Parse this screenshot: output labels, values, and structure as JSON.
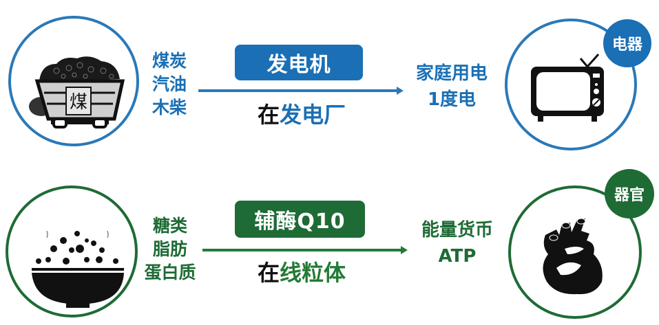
{
  "colors": {
    "blue": "#1a6fb5",
    "blue_line": "#2a79b8",
    "green": "#1e6b35",
    "green_line": "#237a36",
    "black": "#111111"
  },
  "row_electricity": {
    "source_icon": "coal-cart-icon",
    "source_icon_label": "煤",
    "sources": [
      "煤炭",
      "汽油",
      "木柴"
    ],
    "converter_label": "发电机",
    "location_prefix": "在",
    "location": "发电厂",
    "output": [
      "家庭用电",
      "1度电"
    ],
    "target_icon": "tv-icon",
    "target_tag": "电器"
  },
  "row_body": {
    "source_icon": "rice-bowl-icon",
    "sources": [
      "糖类",
      "脂肪",
      "蛋白质"
    ],
    "converter_label": "辅酶Q10",
    "location_prefix": "在",
    "location": "线粒体",
    "output": [
      "能量货币",
      "ATP"
    ],
    "target_icon": "heart-icon",
    "target_tag": "器官"
  }
}
